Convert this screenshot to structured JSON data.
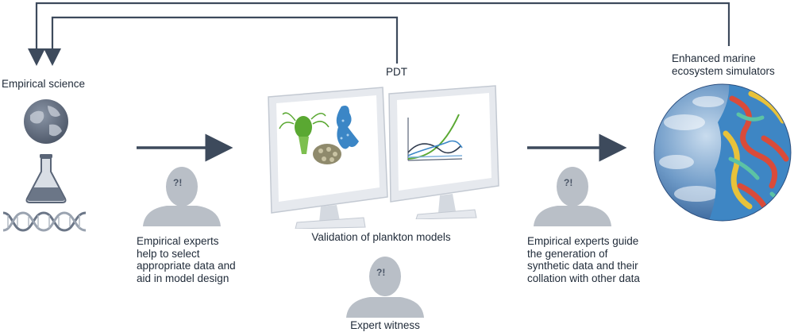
{
  "labels": {
    "empirical_science": "Empirical science",
    "pdt": "PDT",
    "enhanced_simulators": "Enhanced marine ecosystem simulators",
    "validation": "Validation of plankton models",
    "expert_witness": "Expert witness",
    "left_experts": "Empirical experts help to select appropriate data and aid in model design",
    "right_experts": "Empirical experts guide the generation of synthetic data and their collation with other data",
    "question_mark": "?!"
  },
  "colors": {
    "arrow": "#3d4a5c",
    "person": "#b9bfc7",
    "monitor_frame": "#e6e9ee",
    "monitor_screen": "#ffffff",
    "globe_ocean": "#4f7fb8",
    "plankton_green": "#5aa832",
    "plankton_blue": "#3b86c6"
  },
  "icons": [
    "globe-icon",
    "flask-icon",
    "dna-icon",
    "person-icon",
    "monitor-icon",
    "earth-simulation-icon"
  ]
}
